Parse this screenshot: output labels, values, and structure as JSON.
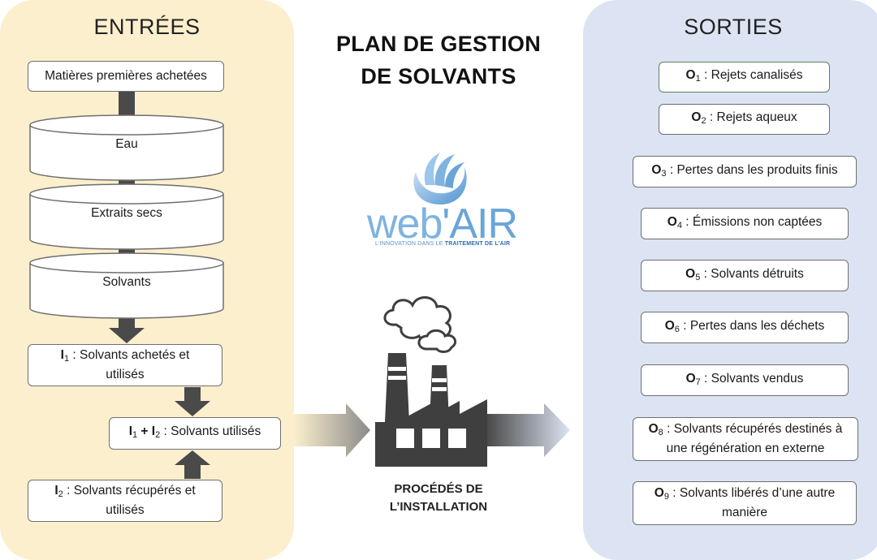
{
  "title_line1": "PLAN DE GESTION",
  "title_line2": "DE SOLVANTS",
  "entrees": {
    "title": "ENTRÉES",
    "purchased": "Matières premières achetées",
    "cylinders": [
      "Eau",
      "Extraits secs",
      "Solvants"
    ],
    "i1_code": "I",
    "i1_sub": "1",
    "i1_label": " : Solvants achetés et utilisés",
    "sum_i1": "I",
    "sum_i1_sub": "1",
    "sum_plus": " + I",
    "sum_i2_sub": "2",
    "sum_label": " : Solvants utilisés",
    "i2_code": "I",
    "i2_sub": "2",
    "i2_label": " : Solvants récupérés et utilisés"
  },
  "sorties": {
    "title": "SORTIES",
    "items": [
      {
        "code": "O",
        "sub": "1",
        "label": " : Rejets canalisés"
      },
      {
        "code": "O",
        "sub": "2",
        "label": " : Rejets aqueux"
      },
      {
        "code": "O",
        "sub": "3",
        "label": " : Pertes dans les produits finis"
      },
      {
        "code": "O",
        "sub": "4",
        "label": " : Émissions non captées"
      },
      {
        "code": "O",
        "sub": "5",
        "label": " : Solvants détruits"
      },
      {
        "code": "O",
        "sub": "6",
        "label": " : Pertes dans les déchets"
      },
      {
        "code": "O",
        "sub": "7",
        "label": " : Solvants vendus"
      },
      {
        "code": "O",
        "sub": "8",
        "label": " : Solvants récupérés destinés à une régénération en externe"
      },
      {
        "code": "O",
        "sub": "9",
        "label": " : Solvants libérés d’une autre manière"
      }
    ]
  },
  "logo": {
    "word_web": "web",
    "word_air": "'AIR",
    "tag_a": "L'INNOVATION DANS LE ",
    "tag_b": "TRAITEMENT DE L'AIR"
  },
  "process": {
    "caption_line1": "PROCÉDÉS DE",
    "caption_line2": "L’INSTALLATION"
  },
  "colors": {
    "entrees_panel": "#fbefcd",
    "sorties_panel": "#dce4f3",
    "arrow_dark": "#4a4a4a",
    "logo_blue": "#6aa5d8"
  }
}
